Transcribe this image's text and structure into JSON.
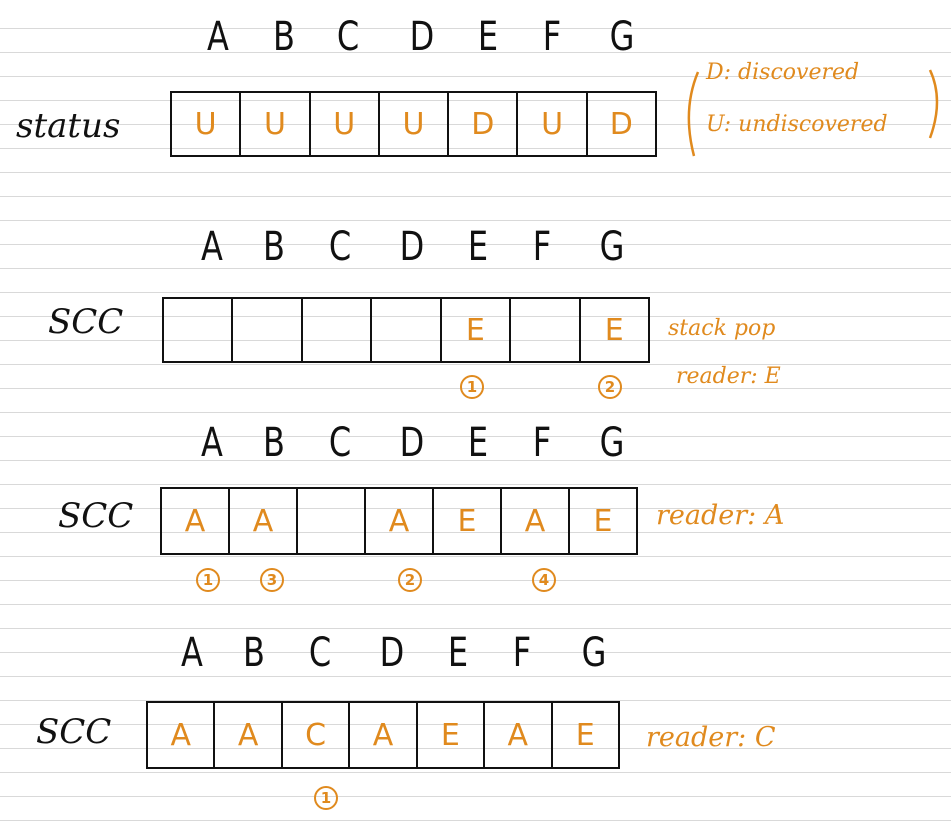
{
  "columns": [
    "A",
    "B",
    "C",
    "D",
    "E",
    "F",
    "G"
  ],
  "status": {
    "label": "status",
    "cells": [
      "U",
      "U",
      "U",
      "U",
      "D",
      "U",
      "D"
    ],
    "legend": {
      "discovered": "D: discovered",
      "undiscovered": "U: undiscovered"
    }
  },
  "scc_1": {
    "label": "SCC",
    "cells": [
      "",
      "",
      "",
      "",
      "E",
      "",
      "E"
    ],
    "note_line1": "stack pop",
    "note_line2": "reader: E",
    "orders": [
      "1",
      "2"
    ]
  },
  "scc_2": {
    "label": "SCC",
    "cells": [
      "A",
      "A",
      "",
      "A",
      "E",
      "A",
      "E"
    ],
    "note": "reader: A",
    "orders": [
      "1",
      "3",
      "2",
      "4"
    ]
  },
  "scc_3": {
    "label": "SCC",
    "cells": [
      "A",
      "A",
      "C",
      "A",
      "E",
      "A",
      "E"
    ],
    "note": "reader: C",
    "orders": [
      "1"
    ]
  },
  "colors": {
    "ink": "#111111",
    "annotation": "#e08a1e",
    "ruled_line": "#d9d9d9"
  }
}
